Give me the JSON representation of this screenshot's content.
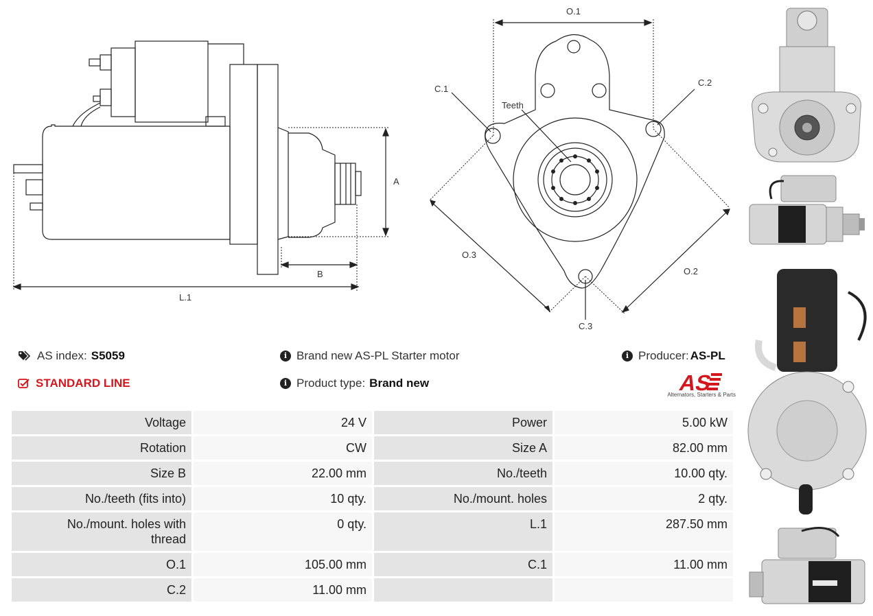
{
  "drawing": {
    "labels": {
      "a": "A",
      "b": "B",
      "l1": "L.1",
      "o1": "O.1",
      "o2": "O.2",
      "o3": "O.3",
      "c1": "C.1",
      "c2": "C.2",
      "c3": "C.3",
      "teeth": "Teeth"
    }
  },
  "info": {
    "as_index_label": "AS index:",
    "as_index_value": "S5059",
    "standard_line": "STANDARD LINE",
    "description": "Brand new AS-PL Starter motor",
    "product_type_label": "Product type:",
    "product_type_value": "Brand new",
    "producer_label": "Producer:",
    "producer_value": "AS-PL"
  },
  "logo": {
    "mark": "AS",
    "tagline": "Alternators, Starters & Parts",
    "color": "#d4161d"
  },
  "specs": [
    [
      "Voltage",
      "24 V",
      "Power",
      "5.00 kW"
    ],
    [
      "Rotation",
      "CW",
      "Size A",
      "82.00 mm"
    ],
    [
      "Size B",
      "22.00 mm",
      "No./teeth",
      "10.00 qty."
    ],
    [
      "No./teeth (fits into)",
      "10 qty.",
      "No./mount. holes",
      "2 qty."
    ],
    [
      "No./mount. holes with thread",
      "0 qty.",
      "L.1",
      "287.50 mm"
    ],
    [
      "O.1",
      "105.00 mm",
      "C.1",
      "11.00 mm"
    ],
    [
      "C.2",
      "11.00 mm",
      "",
      ""
    ]
  ],
  "icons": {
    "tag": "tag-icon",
    "check": "checkbox-icon",
    "info": "info-icon"
  }
}
